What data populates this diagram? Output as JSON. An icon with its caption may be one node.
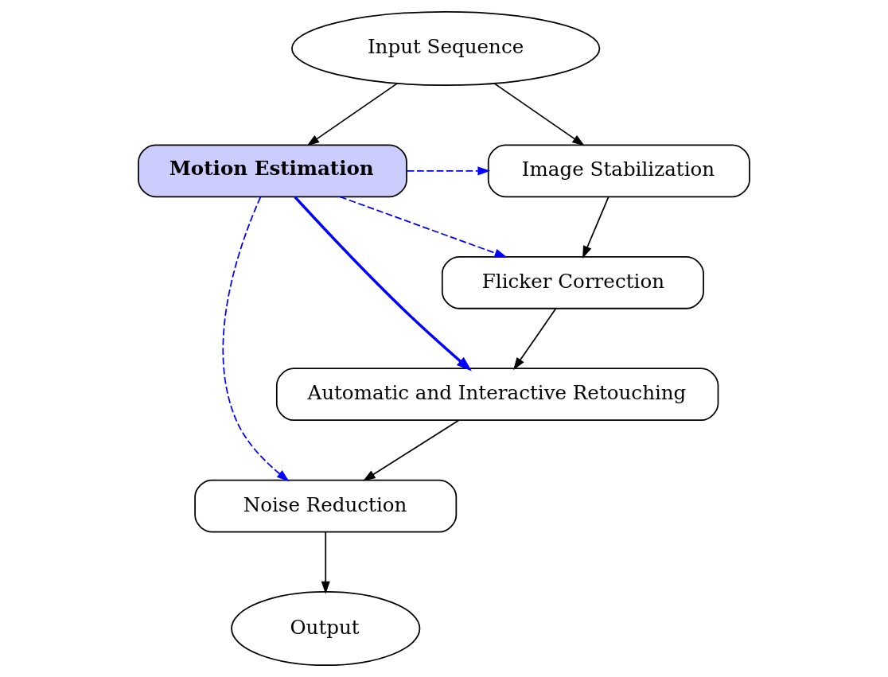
{
  "diagram": {
    "nodes": [
      {
        "text": [
          "Input Sequence"
        ]
      },
      {
        "text": [
          "Image Stabilization"
        ]
      },
      {
        "text": [
          "Motion Estimation"
        ]
      },
      {
        "text": [
          "Flicker Correction"
        ]
      },
      {
        "text": [
          "Automatic and Interactive Retouching"
        ]
      },
      {
        "text": [
          "Noise Reduction"
        ]
      },
      {
        "text": [
          "Output"
        ]
      }
    ],
    "edges": [
      {
        "from": 0,
        "to": 2,
        "arrow": "to"
      },
      {
        "from": 0,
        "to": 1,
        "arrow": "to"
      },
      {
        "from": 1,
        "to": 3,
        "arrow": "to"
      },
      {
        "from": 3,
        "to": 4,
        "arrow": "to"
      },
      {
        "from": 4,
        "to": 5,
        "arrow": "to"
      },
      {
        "from": 5,
        "to": 6,
        "arrow": "to"
      },
      {
        "from": 2,
        "to": 1,
        "arrow": "to",
        "style": "dashed",
        "color": "#0000ff"
      },
      {
        "from": 2,
        "to": 3,
        "arrow": "to",
        "style": "dashed",
        "color": "#0000ff"
      },
      {
        "from": 2,
        "to": 4,
        "arrow": "to",
        "style": "thick",
        "color": "#0000ff"
      },
      {
        "from": 2,
        "to": 5,
        "arrow": "to",
        "style": "dashed",
        "color": "#0000ff"
      }
    ]
  }
}
